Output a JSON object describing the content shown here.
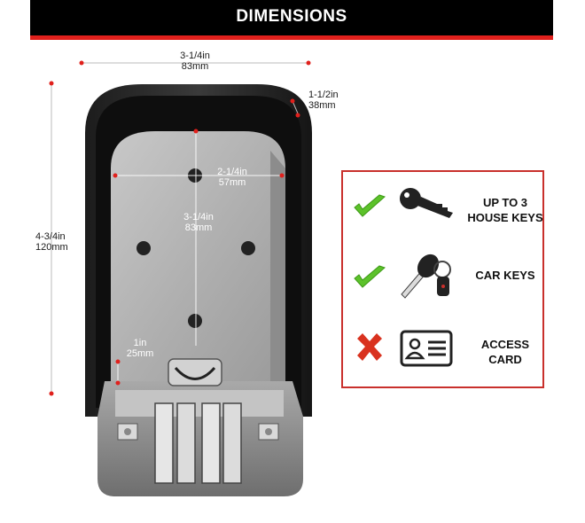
{
  "header": {
    "title": "DIMENSIONS"
  },
  "dimensions": {
    "outer_width": {
      "imperial": "3-1/4in",
      "metric": "83mm"
    },
    "depth": {
      "imperial": "1-1/2in",
      "metric": "38mm"
    },
    "outer_height": {
      "imperial": "4-3/4in",
      "metric": "120mm"
    },
    "inner_width": {
      "imperial": "2-1/4in",
      "metric": "57mm"
    },
    "inner_height": {
      "imperial": "3-1/4in",
      "metric": "83mm"
    },
    "inner_depth": {
      "imperial": "1in",
      "metric": "25mm"
    }
  },
  "features": [
    {
      "status": "check-icon",
      "icon": "house-key-icon",
      "line1": "UP TO 3",
      "line2": "HOUSE KEYS"
    },
    {
      "status": "check-icon",
      "icon": "car-key-icon",
      "line1": "CAR KEYS",
      "line2": ""
    },
    {
      "status": "cross-icon",
      "icon": "access-card-icon",
      "line1": "ACCESS",
      "line2": "CARD"
    }
  ],
  "colors": {
    "header_bg": "#000000",
    "accent_red": "#e0201c",
    "check_green": "#5cc22a",
    "cross_red": "#d9321f"
  }
}
